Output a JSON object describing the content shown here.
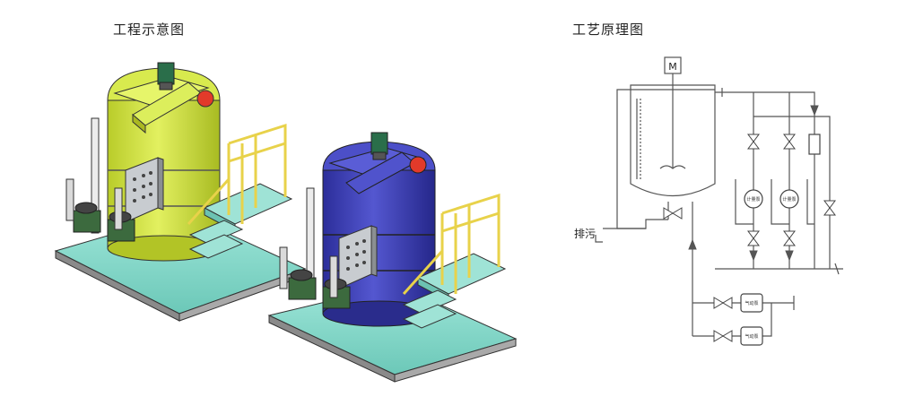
{
  "titles": {
    "left": "工程示意图",
    "right": "工艺原理图"
  },
  "schematic": {
    "motor_label": "M",
    "drain_label": "排污",
    "metering_pump_label": "计量泵",
    "air_pump_label": "气动泵"
  },
  "colors": {
    "tank_yellow": "#d4e44a",
    "tank_blue": "#3f41b8",
    "base_teal": "#7fd6c8",
    "railing": "#e8d24a",
    "control_panel": "#b8bcc0",
    "red_cap": "#e23a2a",
    "line": "#555555"
  }
}
